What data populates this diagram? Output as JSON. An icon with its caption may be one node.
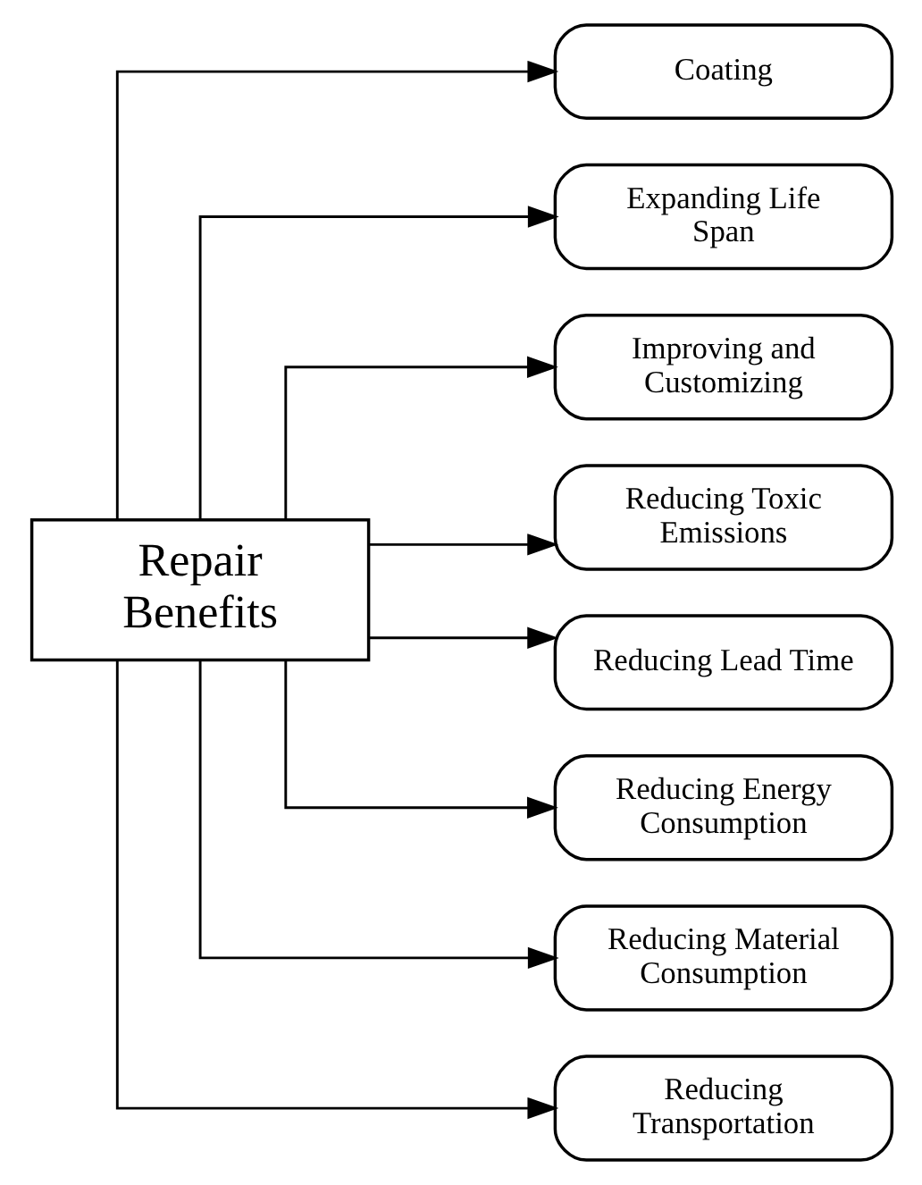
{
  "diagram": {
    "nodes": [
      {
        "text": [
          "Repair Benefits"
        ]
      },
      {
        "text": [
          "Coating"
        ]
      },
      {
        "text": [
          "Expanding Life Span"
        ]
      },
      {
        "text": [
          "Improving and Customizing"
        ]
      },
      {
        "text": [
          "Reducing Toxic Emissions"
        ]
      },
      {
        "text": [
          "Reducing Lead Time"
        ]
      },
      {
        "text": [
          "Reducing Energy Consumption"
        ]
      },
      {
        "text": [
          "Reducing Material Consumption"
        ]
      },
      {
        "text": [
          "Reducing Transportation"
        ]
      }
    ],
    "edges": [
      {
        "from": 0,
        "to": 1,
        "arrow": "to"
      },
      {
        "from": 0,
        "to": 2,
        "arrow": "to"
      },
      {
        "from": 0,
        "to": 3,
        "arrow": "to"
      },
      {
        "from": 0,
        "to": 4,
        "arrow": "to"
      },
      {
        "from": 0,
        "to": 5,
        "arrow": "to"
      },
      {
        "from": 0,
        "to": 6,
        "arrow": "to"
      },
      {
        "from": 0,
        "to": 7,
        "arrow": "to"
      },
      {
        "from": 0,
        "to": 8,
        "arrow": "to"
      }
    ]
  }
}
